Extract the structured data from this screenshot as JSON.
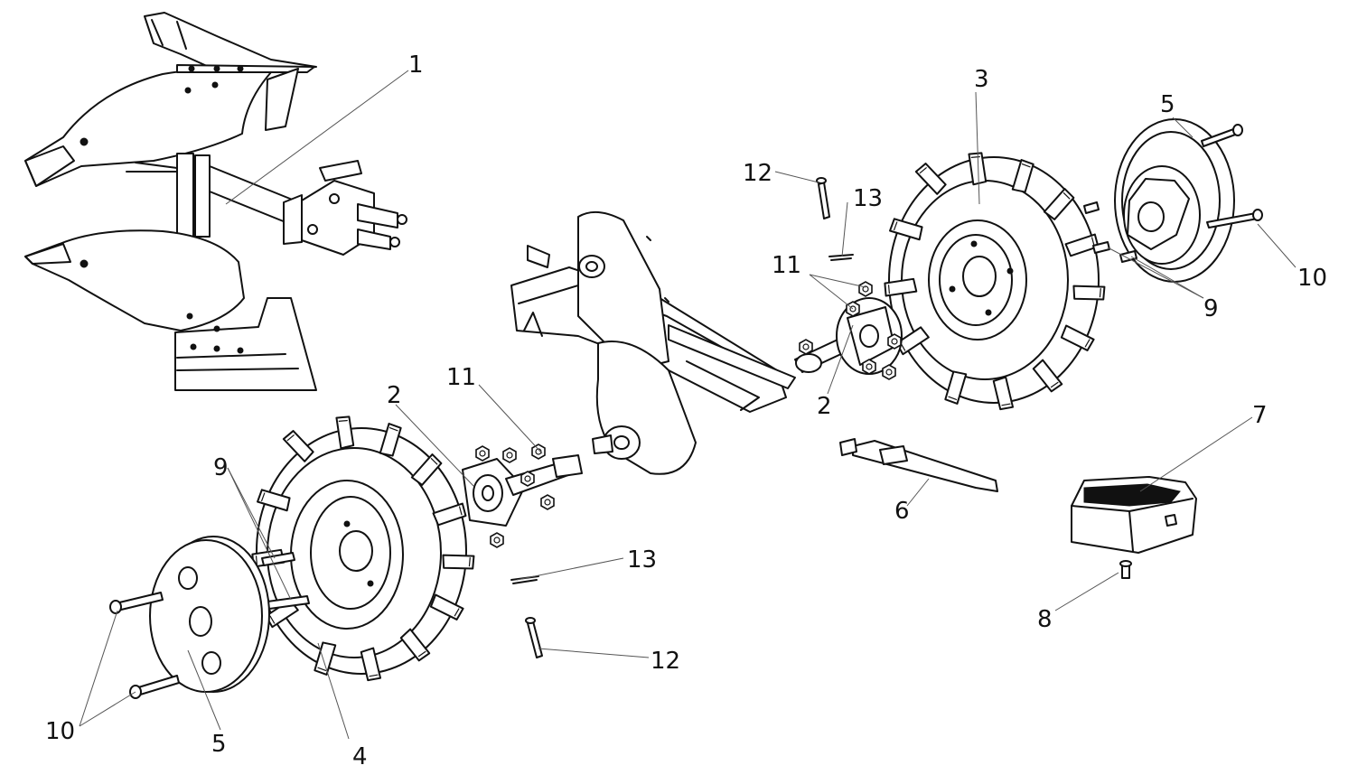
{
  "callouts": [
    {
      "id": "plough",
      "label": "1"
    },
    {
      "id": "hub-left",
      "label": "2"
    },
    {
      "id": "hub-right",
      "label": "2"
    },
    {
      "id": "wheel-right",
      "label": "3"
    },
    {
      "id": "wheel-left",
      "label": "4"
    },
    {
      "id": "disk-right",
      "label": "5"
    },
    {
      "id": "disk-left",
      "label": "5"
    },
    {
      "id": "lever",
      "label": "6"
    },
    {
      "id": "weight",
      "label": "7"
    },
    {
      "id": "weight-bolt",
      "label": "8"
    },
    {
      "id": "wheel-bolts-left",
      "label": "9"
    },
    {
      "id": "wheel-bolts-right",
      "label": "9"
    },
    {
      "id": "disk-bolts-left",
      "label": "10"
    },
    {
      "id": "disk-bolts-right",
      "label": "10"
    },
    {
      "id": "nuts-left",
      "label": "11"
    },
    {
      "id": "nuts-right",
      "label": "11"
    },
    {
      "id": "pin-upper",
      "label": "12"
    },
    {
      "id": "pin-lower",
      "label": "12"
    },
    {
      "id": "clip-upper",
      "label": "13"
    },
    {
      "id": "clip-lower",
      "label": "13"
    }
  ]
}
